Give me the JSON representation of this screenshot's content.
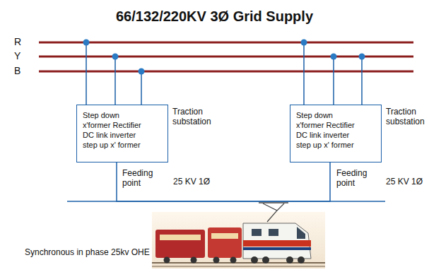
{
  "diagram": {
    "title": "66/132/220KV 3Ø Grid Supply",
    "nodes": [
      {
        "text": [
          "Step down x'former Rectifier DC link inverter step up x' former",
          "Traction substation"
        ]
      },
      {
        "text": [
          "Step down x'former Rectifier DC link inverter step up x' former",
          "Traction substation"
        ]
      }
    ],
    "edges": [
      {
        "from": 0,
        "to": 1,
        "arrow": "none"
      }
    ],
    "labels": [
      "R",
      "Y",
      "B",
      "Feeding point",
      "25 KV 1Ø",
      "Feeding point",
      "25 KV 1Ø",
      "Synchronous in phase 25kv OHE"
    ]
  }
}
